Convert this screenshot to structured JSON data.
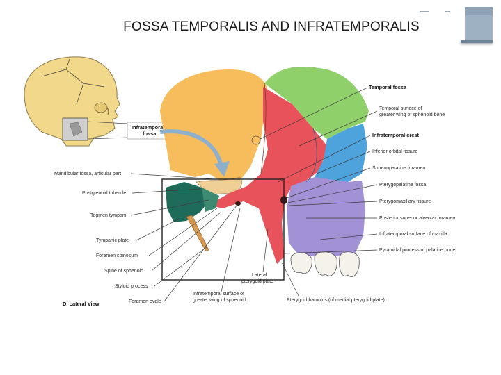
{
  "slide": {
    "title": "FOSSA TEMPORALIS AND INFRATEMPORALIS"
  },
  "figure": {
    "view_label": "D. Lateral View",
    "inset_label_line1": "Infratemporal",
    "inset_label_line2": "fossa",
    "right_labels": [
      "Temporal fossa",
      "Temporal surface of",
      "greater wing of sphenoid bone",
      "Infratemporal crest",
      "Inferior orbital fissure",
      "Sphenopalatine foramen",
      "Pterygopalatine fossa",
      "Pterygomaxillary fissure",
      "Posterior superior alveolar foramen",
      "Infratemporal surface of maxilla",
      "Pyramidal process of palatine bone"
    ],
    "left_labels": [
      "Mandibular fossa, articular part",
      "Postglenoid tubercle",
      "Tegmen tympani",
      "Tympanic plate",
      "Foramen spinosum",
      "Spine of sphenoid",
      "Styloid process",
      "Foramen ovale"
    ],
    "bottom_labels": {
      "lateral_line1": "Lateral",
      "lateral_line2": "pterygoid plate",
      "infra_line1": "Infratemporal surface of",
      "infra_line2": "greater wing of sphenoid",
      "hamulus": "Pterygoid hamulus (of medial pterygoid plate)"
    },
    "colors": {
      "temporal": "#f7bd5c",
      "sphenoid": "#e8525a",
      "frontal": "#8fd06a",
      "maxilla_blue": "#4ea3dd",
      "maxilla_purple": "#a391d6",
      "tympanic": "#1f6b5a",
      "styloid": "#d79a52",
      "skull_inset": "#f2d88a"
    }
  }
}
